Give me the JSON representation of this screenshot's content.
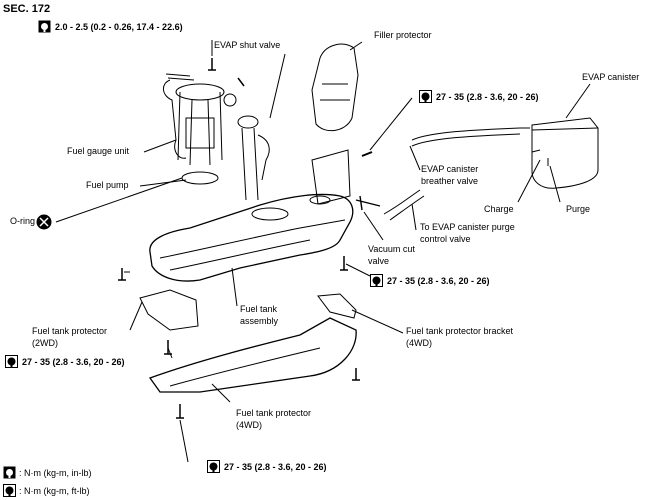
{
  "section": "SEC. 172",
  "torque_specs": {
    "top": "2.0 - 2.5 (0.2 - 0.26, 17.4 - 22.6)",
    "evap": "27 - 35 (2.8 - 3.6, 20 - 26)",
    "tank": "27 - 35 (2.8 - 3.6, 20 - 26)",
    "protector_2wd": "27 - 35 (2.8 - 3.6, 20 - 26)",
    "bottom": "27 - 35 (2.8 - 3.6, 20 - 26)"
  },
  "labels": {
    "evap_shut_valve": "EVAP shut valve",
    "filler_protector": "Filler protector",
    "evap_canister": "EVAP canister",
    "fuel_gauge_unit": "Fuel gauge unit",
    "fuel_pump": "Fuel pump",
    "o_ring": "O-ring",
    "evap_breather_1": "EVAP canister",
    "evap_breather_2": "breather valve",
    "charge": "Charge",
    "purge": "Purge",
    "to_evap_1": "To EVAP canister purge",
    "to_evap_2": "control valve",
    "vacuum_cut_1": "Vacuum cut",
    "vacuum_cut_2": "valve",
    "fuel_tank_1": "Fuel tank",
    "fuel_tank_2": "assembly",
    "protector_2wd_1": "Fuel tank protector",
    "protector_2wd_2": "(2WD)",
    "bracket_4wd_1": "Fuel tank protector bracket",
    "bracket_4wd_2": "(4WD)",
    "protector_4wd_1": "Fuel tank protector",
    "protector_4wd_2": "(4WD)"
  },
  "legend": {
    "in_lb": ": N·m (kg-m, in-lb)",
    "ft_lb": ": N·m (kg-m, ft-lb)"
  }
}
